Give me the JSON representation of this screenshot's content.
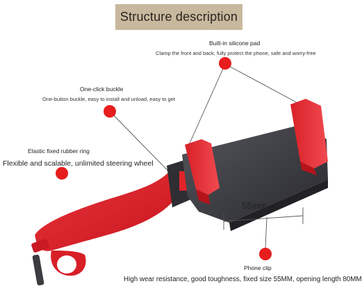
{
  "title": "Structure description",
  "callouts": {
    "silicone_pad": {
      "heading": "Built-in silicone pad",
      "detail": "Clamp the front and back, fully protect the phone, safe and worry-free"
    },
    "buckle": {
      "heading": "One-click buckle",
      "detail": "One-button buckle, easy to install and unload, easy to get"
    },
    "rubber_ring": {
      "heading": "Elastic fixed rubber ring",
      "detail": "Flexible and scalable, unlimited steering wheel"
    },
    "phone_clip": {
      "heading": "Phone clip",
      "detail": "High wear resistance, good toughness, fixed size 55MM, opening length 80MM"
    }
  },
  "dimension": "55mm",
  "colors": {
    "marker": "#e81d1d",
    "title_bg": "#c8b89e",
    "body": "#3a3a3e",
    "strap": "#e0242b"
  }
}
